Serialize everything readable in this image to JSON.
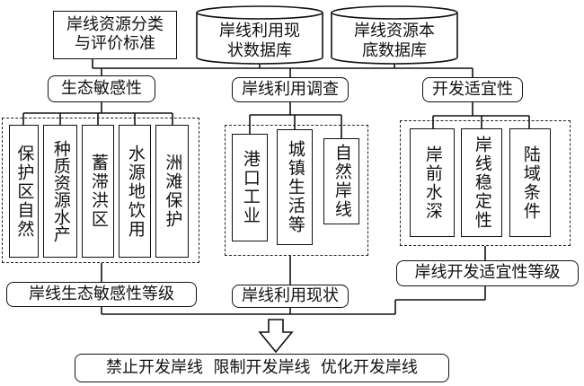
{
  "top": {
    "classification": [
      "岸线资源分类",
      "与评价标准"
    ],
    "status_db": [
      "岸线利用现",
      "状数据库"
    ],
    "base_db": [
      "岸线资源本",
      "底数据库"
    ]
  },
  "categories": {
    "eco": "生态敏感性",
    "use": "岸线利用调查",
    "dev": "开发适宜性"
  },
  "eco_items": [
    [
      "自然",
      "保护区"
    ],
    [
      "水产",
      "种质资源"
    ],
    [
      "蓄滞洪区"
    ],
    [
      "饮用",
      "水源地"
    ],
    [
      "洲滩保护"
    ]
  ],
  "use_items": [
    "港口工业",
    "城镇生活等",
    "自然岸线"
  ],
  "dev_items": [
    "岸前水深",
    "岸线稳定性",
    "陆域条件"
  ],
  "results": {
    "eco": "岸线生态敏感性等级",
    "use": "岸线利用现状",
    "dev": "岸线开发适宜性等级"
  },
  "final": "禁止开发岸线  限制开发岸线  优化开发岸线"
}
